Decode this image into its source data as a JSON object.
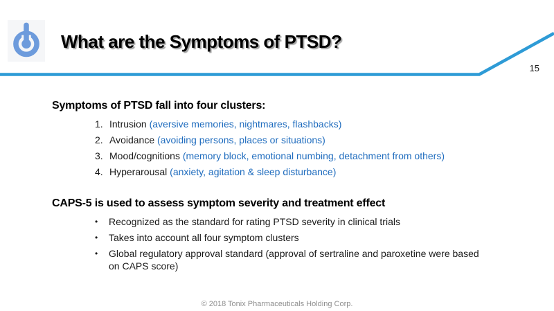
{
  "slide": {
    "title": "What are the Symptoms of PTSD?",
    "page_number": "15",
    "footer": "© 2018 Tonix Pharmaceuticals Holding Corp."
  },
  "clusters": {
    "heading": "Symptoms of PTSD fall into four clusters:",
    "items": [
      {
        "number": "1.",
        "term": "Intrusion ",
        "detail": "(aversive memories, nightmares, flashbacks)"
      },
      {
        "number": "2.",
        "term": "Avoidance ",
        "detail": "(avoiding persons, places or situations)"
      },
      {
        "number": "3.",
        "term": "Mood/cognitions ",
        "detail": "(memory block, emotional numbing, detachment from others)"
      },
      {
        "number": "4.",
        "term": "Hyperarousal ",
        "detail": "(anxiety, agitation & sleep disturbance)"
      }
    ]
  },
  "caps5": {
    "heading": "CAPS-5 is used to assess symptom severity and treatment effect",
    "bullets": [
      "Recognized as the standard for rating PTSD severity in clinical trials",
      "Takes into account all four symptom clusters",
      "Global regulatory approval standard (approval of sertraline and paroxetine were based on CAPS score)"
    ]
  },
  "icons": {
    "logo": "power-icon"
  },
  "colors": {
    "accent_line_blue": "#2e9bd6",
    "detail_text_blue": "#1f6cbe",
    "logo_blue": "#6d9bdc",
    "body_text": "#1a1a1a",
    "footer_gray": "#8e8e8e"
  }
}
